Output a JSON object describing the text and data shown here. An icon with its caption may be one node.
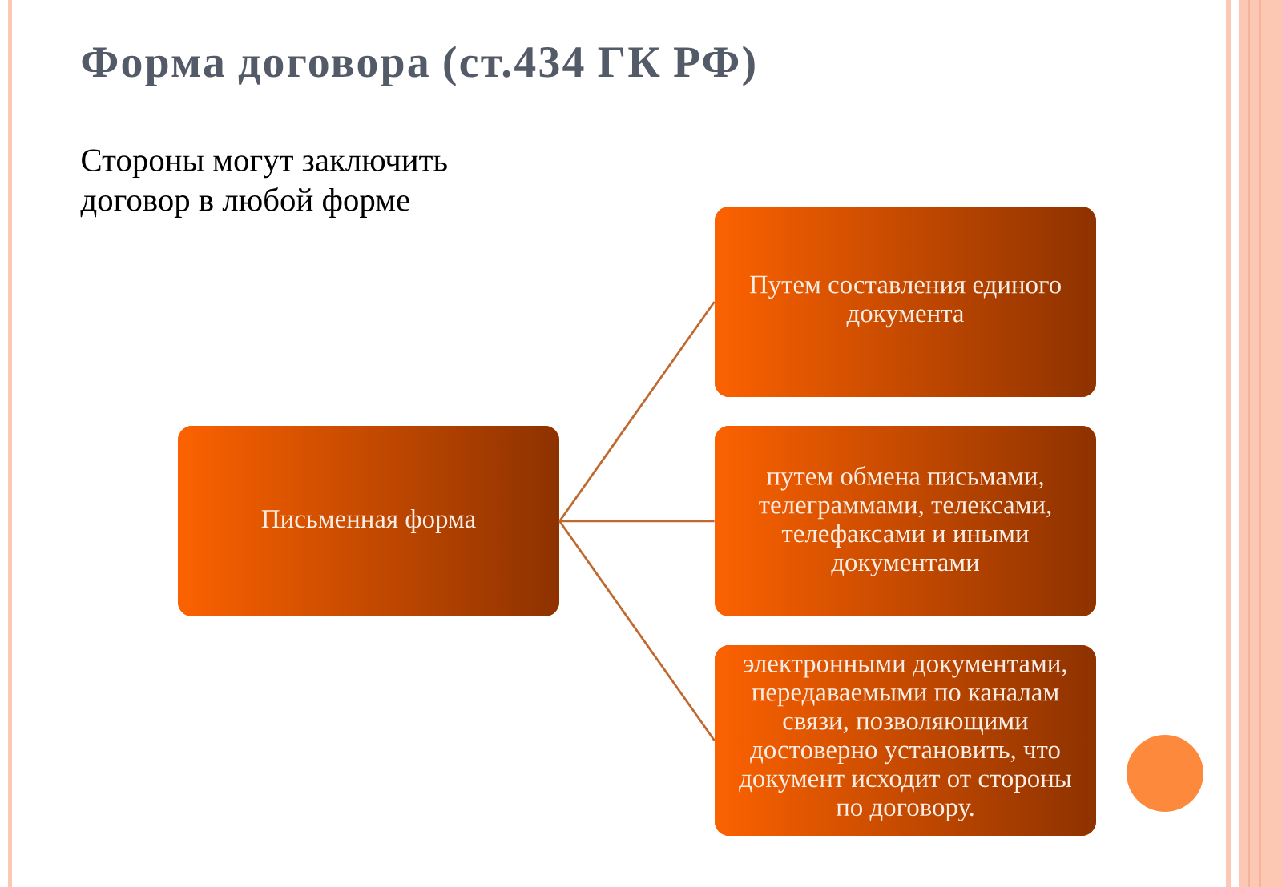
{
  "diagram": {
    "title": "Форма договора (ст.434 ГК РФ)",
    "nodes": [
      {
        "text": [
          "Письменная форма"
        ]
      },
      {
        "text": [
          "Путем составления единого документа"
        ]
      },
      {
        "text": [
          "путем обмена письмами, телеграммами, телексами, телефаксами и иными документами"
        ]
      },
      {
        "text": [
          "электронными документами, передаваемыми по каналам связи, позволяющими достоверно установить, что документ исходит от стороны по договору."
        ]
      }
    ],
    "edges": [
      {
        "from": 0,
        "to": 1,
        "arrow": "none"
      },
      {
        "from": 0,
        "to": 2,
        "arrow": "none"
      },
      {
        "from": 0,
        "to": 3,
        "arrow": "none"
      }
    ],
    "labels": [
      "Стороны могут заключить договор в любой форме"
    ]
  }
}
